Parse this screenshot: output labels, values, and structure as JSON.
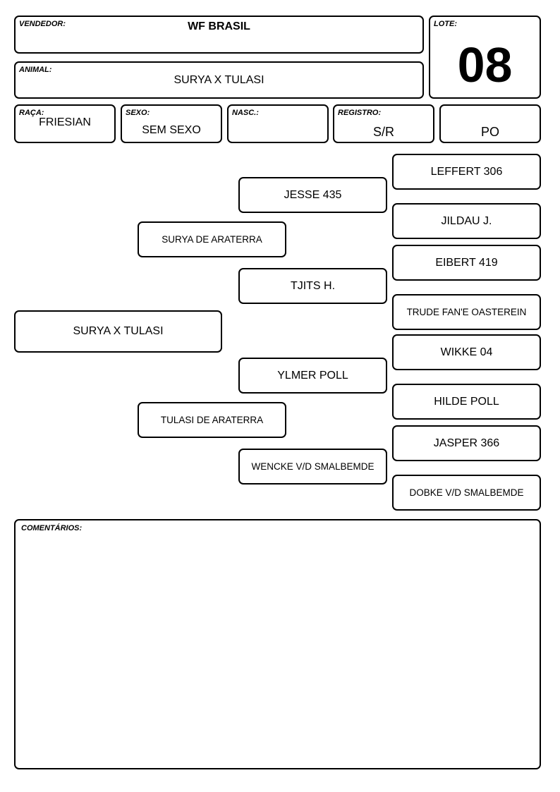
{
  "vendedor": {
    "label": "VENDEDOR:",
    "value": "WF BRASIL"
  },
  "lote": {
    "label": "LOTE:",
    "value": "08"
  },
  "animal": {
    "label": "ANIMAL:",
    "value": "SURYA X TULASI"
  },
  "raca": {
    "label": "RAÇA:",
    "value": "FRIESIAN"
  },
  "sexo": {
    "label": "SEXO:",
    "value": "SEM SEXO"
  },
  "nasc": {
    "label": "NASC.:",
    "value": ""
  },
  "registro": {
    "label": "REGISTRO:",
    "value": "S/R"
  },
  "categoria": {
    "value": "PO"
  },
  "pedigree": {
    "animal": "SURYA X TULASI",
    "sire": "SURYA DE ARATERRA",
    "dam": "TULASI DE ARATERRA",
    "sire_sire": "JESSE 435",
    "sire_dam": "TJITS H.",
    "dam_sire": "YLMER POLL",
    "dam_dam": "WENCKE V/D SMALBEMDE",
    "ss_sire": "LEFFERT 306",
    "ss_dam": "JILDAU J.",
    "sd_sire": "EIBERT 419",
    "sd_dam": "TRUDE FAN'E OASTEREIN",
    "ds_sire": "WIKKE 04",
    "ds_dam": "HILDE POLL",
    "dd_sire": "JASPER 366",
    "dd_dam": "DOBKE V/D SMALBEMDE"
  },
  "comentarios": {
    "label": "COMENTÁRIOS:",
    "value": ""
  }
}
